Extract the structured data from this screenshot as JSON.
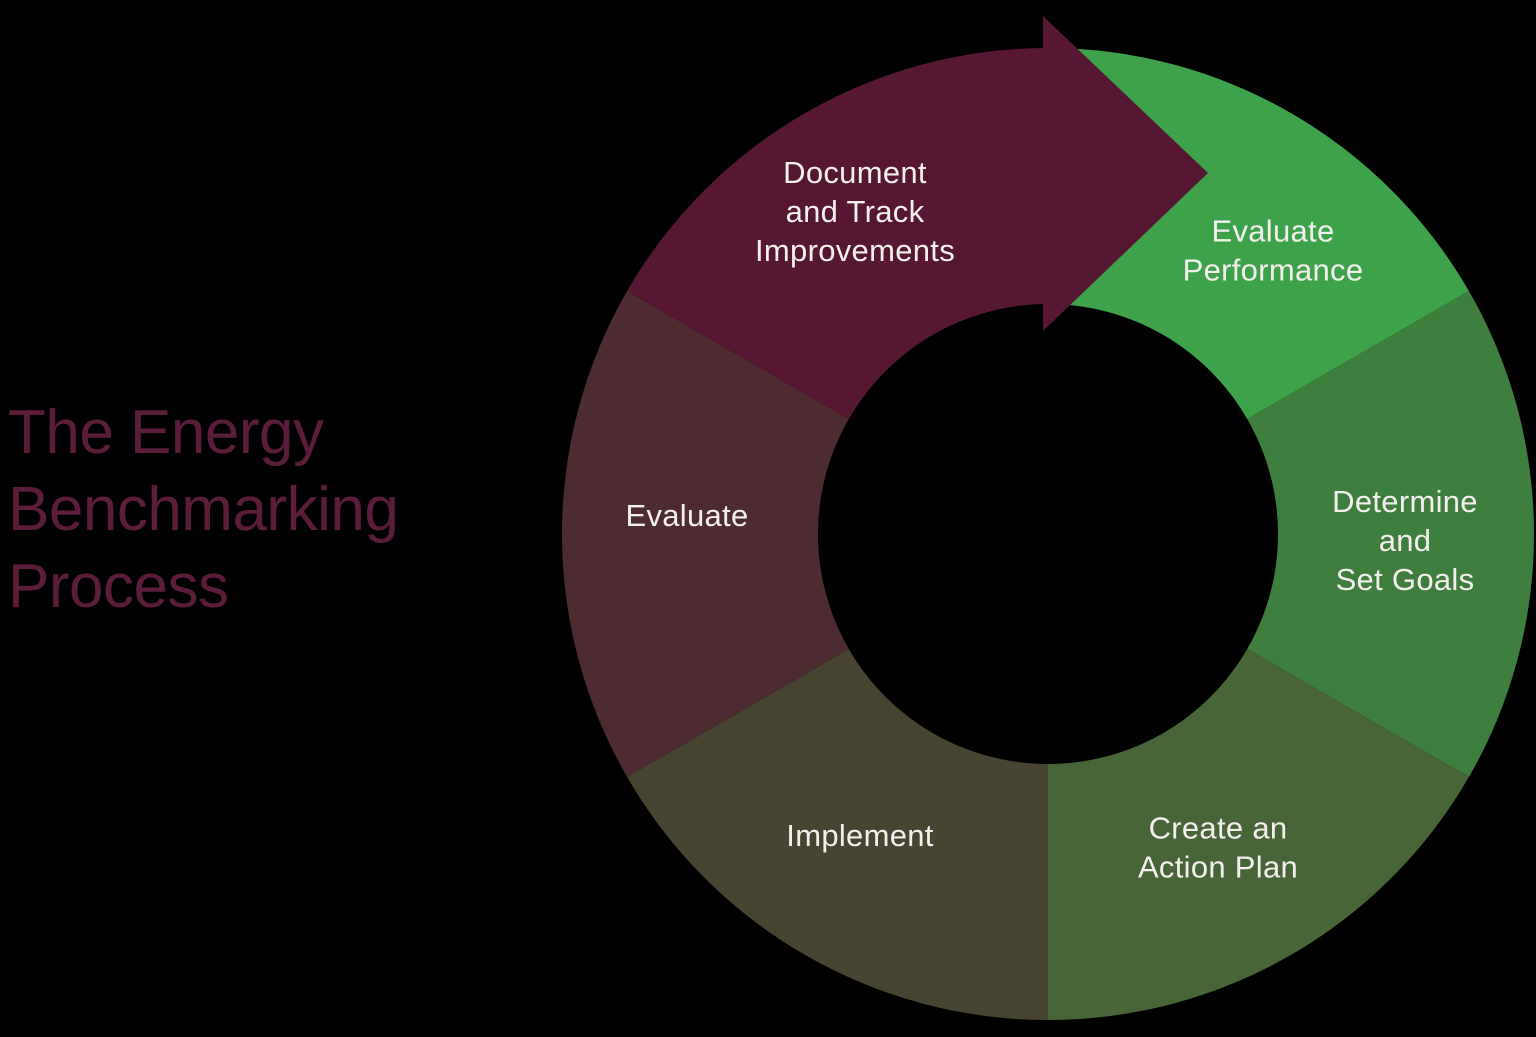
{
  "background_color": "#000000",
  "title": {
    "lines": [
      "The Energy",
      "Benchmarking",
      "Process"
    ],
    "color": "#5C1D3A"
  },
  "diagram": {
    "type": "cycle",
    "label_color": "#F3EFEC",
    "segments": [
      {
        "id": "document-track-improvements",
        "lines": [
          "Document",
          "and Track",
          "Improvements"
        ],
        "color": "#551731",
        "arrow": true
      },
      {
        "id": "evaluate-performance",
        "lines": [
          "Evaluate",
          "Performance"
        ],
        "color": "#3EA24A",
        "arrow": false
      },
      {
        "id": "determine-set-goals",
        "lines": [
          "Determine",
          "and",
          "Set Goals"
        ],
        "color": "#3F7F3E",
        "arrow": false
      },
      {
        "id": "create-action-plan",
        "lines": [
          "Create an",
          "Action Plan"
        ],
        "color": "#476536",
        "arrow": false
      },
      {
        "id": "implement",
        "lines": [
          "Implement"
        ],
        "color": "#474431",
        "arrow": false
      },
      {
        "id": "evaluate",
        "lines": [
          "Evaluate"
        ],
        "color": "#4D2B30",
        "arrow": false
      }
    ]
  }
}
